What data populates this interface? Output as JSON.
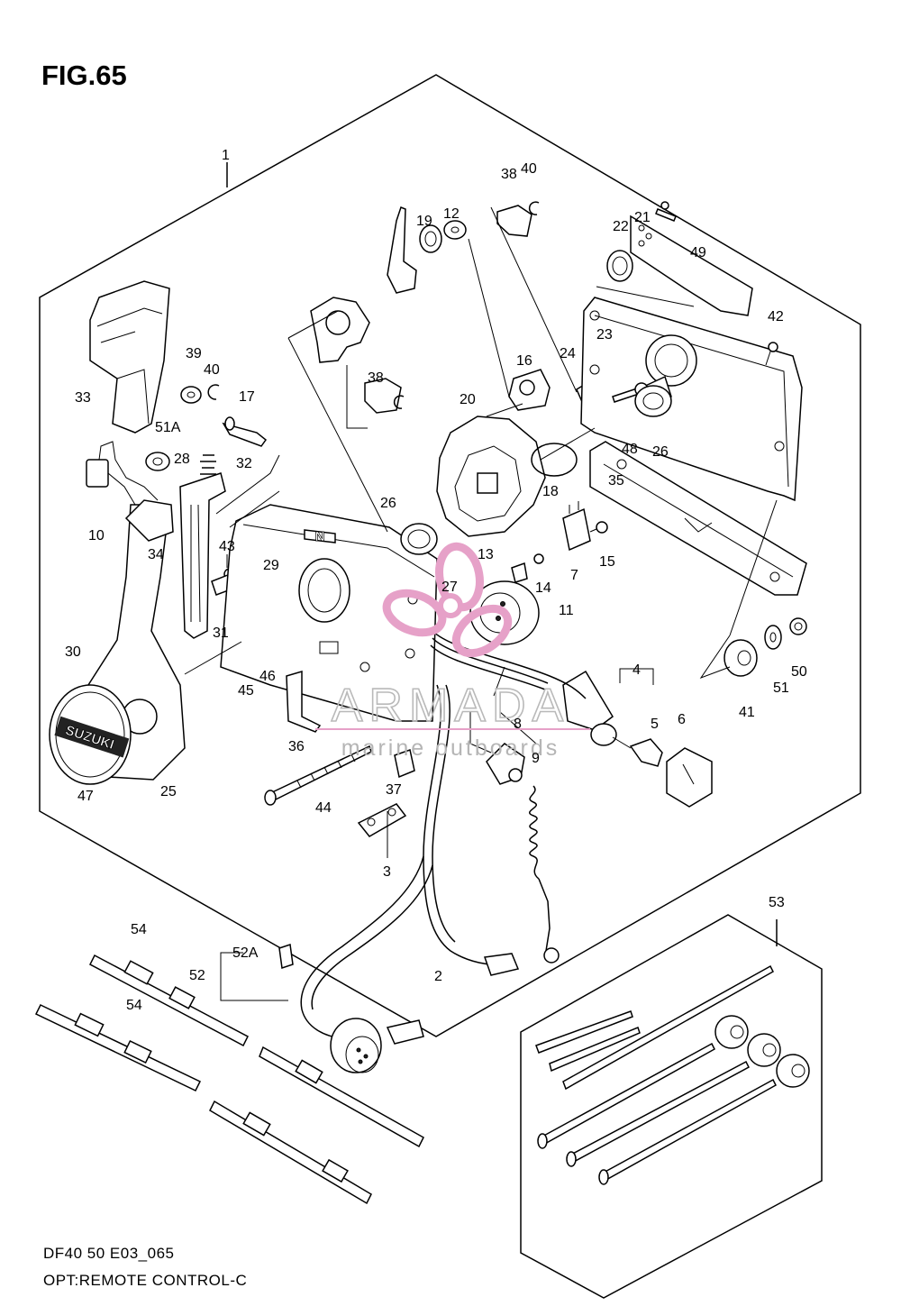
{
  "figure": {
    "title": "FIG.65",
    "code": "DF40 50 E03_065",
    "caption": "OPT:REMOTE CONTROL-C"
  },
  "watermark": {
    "brand": "ARMADA",
    "tagline": "marine outboards"
  },
  "emboss": {
    "logo": "SUZUKI",
    "plate": "N"
  },
  "callouts": {
    "c1": "1",
    "c2": "2",
    "c3": "3",
    "c4": "4",
    "c5": "5",
    "c6": "6",
    "c7": "7",
    "c8": "8",
    "c9": "9",
    "c10": "10",
    "c11": "11",
    "c12": "12",
    "c13": "13",
    "c14": "14",
    "c15": "15",
    "c16": "16",
    "c17": "17",
    "c18": "18",
    "c19": "19",
    "c20": "20",
    "c21": "21",
    "c22": "22",
    "c23": "23",
    "c24": "24",
    "c25": "25",
    "c26a": "26",
    "c26b": "26",
    "c27": "27",
    "c28": "28",
    "c29": "29",
    "c30": "30",
    "c31": "31",
    "c32": "32",
    "c33": "33",
    "c34": "34",
    "c35": "35",
    "c36": "36",
    "c37": "37",
    "c38a": "38",
    "c38b": "38",
    "c39": "39",
    "c40a": "40",
    "c40b": "40",
    "c41": "41",
    "c42": "42",
    "c43": "43",
    "c44": "44",
    "c45": "45",
    "c46": "46",
    "c47": "47",
    "c48": "48",
    "c49": "49",
    "c50": "50",
    "c51": "51",
    "c51a": "51A",
    "c52": "52",
    "c52a": "52A",
    "c53": "53",
    "c54a": "54",
    "c54b": "54"
  }
}
